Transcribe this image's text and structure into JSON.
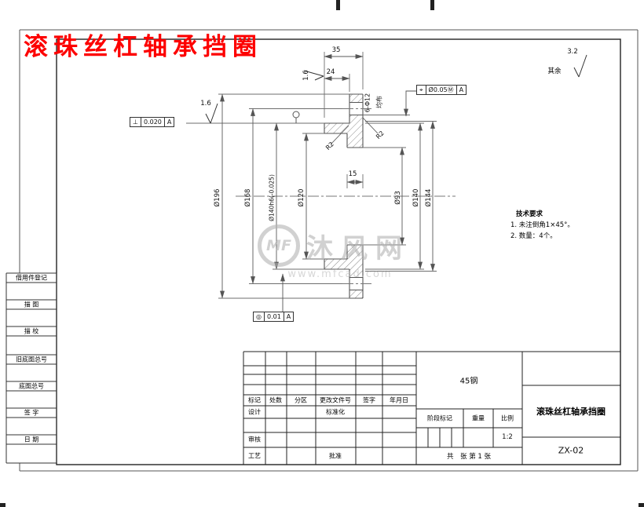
{
  "title": {
    "text": "滚珠丝杠轴承挡圈"
  },
  "surface_marks": {
    "general_label": "其余",
    "general_value": "3.2",
    "hub_od_value": "1.6",
    "hub_face_value": "1.6"
  },
  "dimensions": {
    "width_total": "35",
    "width_hub": "24",
    "depth_recess": "15",
    "holes": "6-Φ12",
    "holes_note": "均布",
    "fillet_left": "R2",
    "fillet_right": "R2",
    "left": [
      {
        "label": "Ø196"
      },
      {
        "label": "Ø168"
      },
      {
        "label": "Ø140h6(-0.025)"
      },
      {
        "label": "Ø120"
      }
    ],
    "right": [
      {
        "label": "Ø93"
      },
      {
        "label": "Ø140"
      },
      {
        "label": "Ø144"
      }
    ]
  },
  "gdt": {
    "perpendicularity": {
      "symbol": "⊥",
      "value": "0.020",
      "datum": "A"
    },
    "position": {
      "symbol": "⌖",
      "value": "Ø0.05Ⓜ",
      "datum": "A"
    },
    "concentricity": {
      "symbol": "◎",
      "value": "0.01",
      "datum": "A"
    }
  },
  "tech_req": {
    "heading": "技术要求",
    "line1": "1. 未注倒角1×45°。",
    "line2": "2. 数量：4个。"
  },
  "watermark": {
    "logo": "MF",
    "name": "沐风网",
    "url": "www.mfcad.com"
  },
  "margin_column": {
    "items": [
      {
        "label": "借用件登记"
      },
      {
        "label": "描 图"
      },
      {
        "label": "描 校"
      },
      {
        "label": "旧底图总号"
      },
      {
        "label": "底图总号"
      },
      {
        "label": "签 字"
      },
      {
        "label": "日 期"
      }
    ]
  },
  "title_block": {
    "material": "45钢",
    "part_name": "滚珠丝杠轴承挡圈",
    "drawing_no": "ZX-02",
    "rev_headers": [
      {
        "label": "标记"
      },
      {
        "label": "处数"
      },
      {
        "label": "分区"
      },
      {
        "label": "更改文件号"
      },
      {
        "label": "签字"
      },
      {
        "label": "年月日"
      }
    ],
    "design": "设计",
    "standardization": "标准化",
    "audit": "审核",
    "process": "工艺",
    "approve": "批准",
    "stage_label": "阶段标记",
    "weight_label": "重量",
    "scale_label": "比例",
    "scale_value": "1:2",
    "sheet_info": "共　张 第 1 张"
  }
}
